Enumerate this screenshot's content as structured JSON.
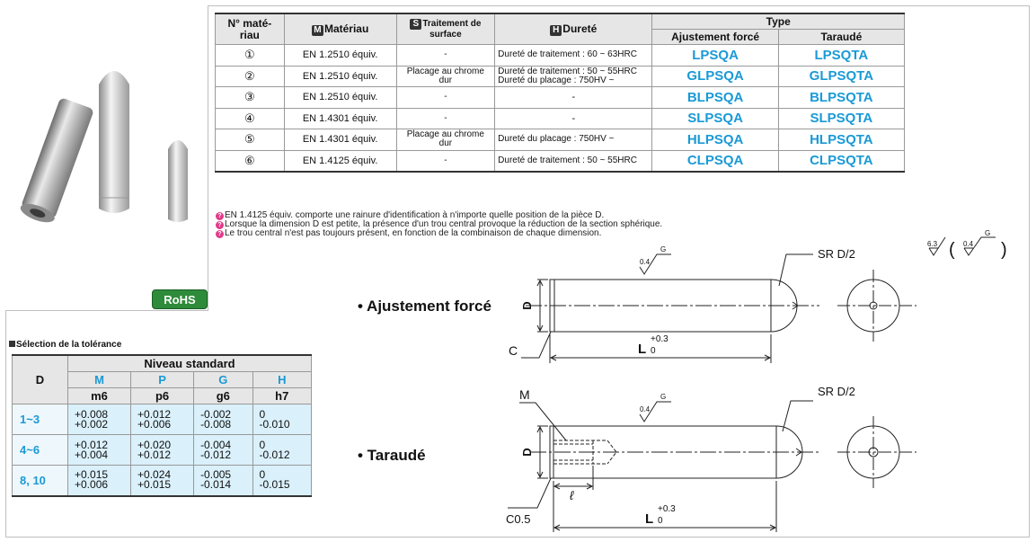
{
  "rohs": "RoHS",
  "material_table": {
    "headers": {
      "no": "N° maté-\nriau",
      "material_box": "M",
      "material": "Matériau",
      "surface_box": "S",
      "surface": "Traitement de surface",
      "hardness_box": "H",
      "hardness": "Dureté",
      "type": "Type",
      "press_fit": "Ajustement forcé",
      "tapped": "Taraudé"
    },
    "rows": [
      {
        "no": "①",
        "material": "EN 1.2510 équiv.",
        "surface": "-",
        "hardness": "Dureté de traitement : 60 ~ 63HRC",
        "hardness2": "",
        "code1": "LPSQA",
        "code2": "LPSQTA"
      },
      {
        "no": "②",
        "material": "EN 1.2510 équiv.",
        "surface": "Placage au chrome dur",
        "hardness": "Dureté de traitement : 50 ~ 55HRC",
        "hardness2": "Dureté du placage : 750HV ~",
        "code1": "GLPSQA",
        "code2": "GLPSQTA"
      },
      {
        "no": "③",
        "material": "EN 1.2510 équiv.",
        "surface": "-",
        "hardness": "-",
        "hardness2": "",
        "code1": "BLPSQA",
        "code2": "BLPSQTA"
      },
      {
        "no": "④",
        "material": "EN 1.4301 équiv.",
        "surface": "-",
        "hardness": "-",
        "hardness2": "",
        "code1": "SLPSQA",
        "code2": "SLPSQTA"
      },
      {
        "no": "⑤",
        "material": "EN 1.4301 équiv.",
        "surface": "Placage au chrome dur",
        "hardness": "Dureté du placage : 750HV ~",
        "hardness2": "",
        "code1": "HLPSQA",
        "code2": "HLPSQTA"
      },
      {
        "no": "⑥",
        "material": "EN 1.4125 équiv.",
        "surface": "-",
        "hardness": "Dureté de traitement : 50 ~ 55HRC",
        "hardness2": "",
        "code1": "CLPSQA",
        "code2": "CLPSQTA"
      }
    ]
  },
  "notes": [
    "EN 1.4125 équiv. comporte une rainure d'identification à n'importe quelle position de la pièce D.",
    "Lorsque la dimension D est petite, la présence d'un trou central provoque la réduction de la section sphérique.",
    "Le trou central n'est pas toujours présent, en fonction de la combinaison de chaque dimension."
  ],
  "tolerance": {
    "title": "Sélection de la tolérance",
    "col_d": "D",
    "level": "Niveau standard",
    "letters": [
      "M",
      "P",
      "G",
      "H"
    ],
    "fits": [
      "m6",
      "p6",
      "g6",
      "h7"
    ],
    "rows": [
      {
        "d": "1~3",
        "vals": [
          [
            "+0.008",
            "+0.002"
          ],
          [
            "+0.012",
            "+0.006"
          ],
          [
            "-0.002",
            "-0.008"
          ],
          [
            "0",
            "-0.010"
          ]
        ]
      },
      {
        "d": "4~6",
        "vals": [
          [
            "+0.012",
            "+0.004"
          ],
          [
            "+0.020",
            "+0.012"
          ],
          [
            "-0.004",
            "-0.012"
          ],
          [
            "0",
            "-0.012"
          ]
        ]
      },
      {
        "d": "8, 10",
        "vals": [
          [
            "+0.015",
            "+0.006"
          ],
          [
            "+0.024",
            "+0.015"
          ],
          [
            "-0.005",
            "-0.014"
          ],
          [
            "0",
            "-0.015"
          ]
        ]
      }
    ]
  },
  "drawing": {
    "press_fit_label": "• Ajustement forcé",
    "tapped_label": "• Taraudé",
    "d": "D",
    "l": "L",
    "tol_plus": "+0.3",
    "tol_zero": "0",
    "sr": "SR D/2",
    "c": "C",
    "m": "M",
    "ell": "ℓ",
    "c05": "C0.5",
    "rough_04": "0.4",
    "rough_g": "G",
    "rough_63": "6.3"
  }
}
